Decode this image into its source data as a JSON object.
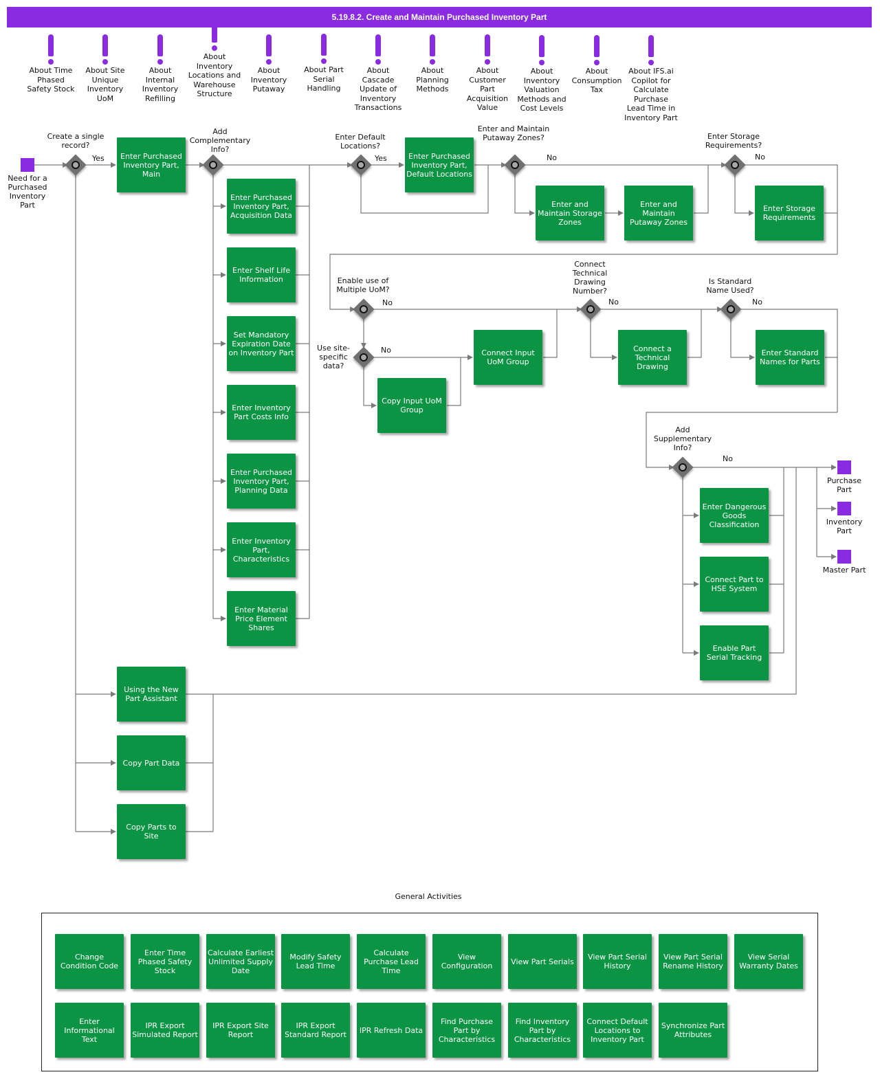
{
  "title": "5.19.8.2. Create and Maintain Purchased Inventory Part",
  "colors": {
    "title_bg": "#8a2be2",
    "activity": "#0a9443",
    "event": "#8a2be2",
    "gateway": "#707070",
    "line": "#7a7a7a"
  },
  "notes": [
    "About Time Phased Safety Stock",
    "About Site Unique Inventory UoM",
    "About Internal Inventory Refilling",
    "About Inventory Locations and Warehouse Structure",
    "About Inventory Putaway",
    "About Part Serial Handling",
    "About Cascade Update of Inventory Transactions",
    "About Planning Methods",
    "About Customer Part Acquisition Value",
    "About Inventory Valuation Methods and Cost Levels",
    "About Consumption Tax",
    "About IFS.ai Copilot for Calculate Purchase Lead Time in Inventory Part"
  ],
  "events": {
    "start": "Need for a Purchased Inventory Part",
    "end_purchase": "Purchase Part",
    "end_inventory": "Inventory Part",
    "end_master": "Master Part"
  },
  "gateways": {
    "single_record": "Create a single record?",
    "complementary": "Add Complementary Info?",
    "default_locations": "Enter Default Locations?",
    "putaway_zones": "Enter and Maintain Putaway Zones?",
    "storage": "Enter Storage Requirements?",
    "multiple_uom": "Enable use of Multiple UoM?",
    "site_specific": "Use site-specific data?",
    "technical_drawing": "Connect Technical Drawing Number?",
    "standard_name": "Is Standard Name Used?",
    "supplementary": "Add Supplementary Info?"
  },
  "flow_labels": {
    "yes": "Yes",
    "no": "No"
  },
  "activities": {
    "main": "Enter Purchased Inventory Part, Main",
    "acquisition": "Enter Purchased Inventory Part, Acquisition Data",
    "shelf_life": "Enter Shelf Life Information",
    "expiration": "Set Mandatory Expiration Date on Inventory Part",
    "costs": "Enter Inventory Part Costs Info",
    "planning": "Enter Purchased Inventory Part, Planning Data",
    "characteristics": "Enter Inventory Part, Characteristics",
    "price_element": "Enter Material Price Element Shares",
    "default_locations": "Enter Purchased Inventory Part, Default Locations",
    "storage_zones": "Enter and Maintain Storage Zones",
    "putaway_zones": "Enter and Maintain Putaway Zones",
    "storage_req": "Enter Storage Requirements",
    "connect_uom": "Connect Input UoM Group",
    "copy_uom": "Copy Input UoM Group",
    "tech_drawing": "Connect a Technical Drawing",
    "standard_names": "Enter Standard Names for Parts",
    "dangerous_goods": "Enter Dangerous Goods Classification",
    "hse": "Connect Part to HSE System",
    "serial_tracking": "Enable Part Serial Tracking",
    "assistant": "Using the New Part Assistant",
    "copy_part": "Copy Part Data",
    "copy_site": "Copy Parts to Site"
  },
  "general": {
    "label": "General Activities",
    "row1": [
      "Change Condition Code",
      "Enter Time Phased Safety Stock",
      "Calculate Earliest Unlimited Supply Date",
      "Modify Safety Lead Time",
      "Calculate Purchase Lead Time",
      "View Configuration",
      "View Part Serials",
      "View Part Serial History",
      "View Part Serial Rename History",
      "View Serial Warranty Dates"
    ],
    "row2": [
      "Enter Informational Text",
      "IPR Export Simulated Report",
      "IPR Export Site Report",
      "IPR Export Standard Report",
      "IPR Refresh Data",
      "Find Purchase Part by Characteristics",
      "Find Inventory Part by Characteristics",
      "Connect Default Locations to Inventory Part",
      "Synchronize Part Attributes"
    ]
  }
}
